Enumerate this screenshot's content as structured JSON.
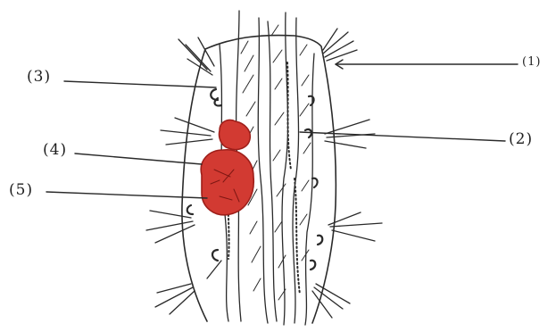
{
  "diagram": {
    "labels": [
      {
        "id": "1",
        "text": "(1)"
      },
      {
        "id": "2",
        "text": "(2)"
      },
      {
        "id": "3",
        "text": "(3)"
      },
      {
        "id": "4",
        "text": "(4)"
      },
      {
        "id": "5",
        "text": "(5)"
      }
    ],
    "colors": {
      "ink": "#2a2a2a",
      "lesion_fill": "#d23a32",
      "lesion_dark": "#9e1f1a",
      "paper": "#ffffff"
    }
  }
}
